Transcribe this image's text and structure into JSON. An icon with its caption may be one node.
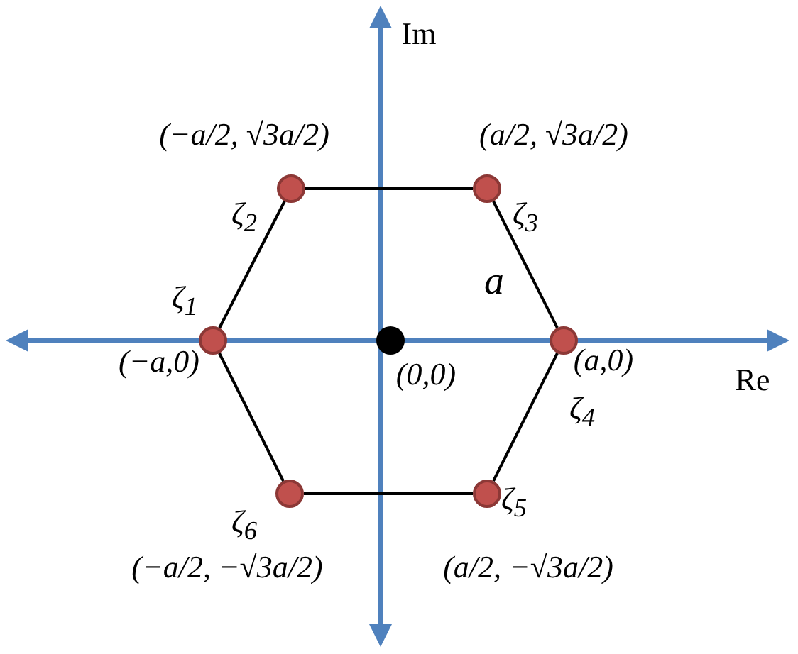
{
  "diagram": {
    "nodes": [
      {
        "text": [],
        "shape": "circle",
        "beside": [
          "ζ$_{2}$",
          "(−a/2, √3a/2)"
        ]
      },
      {
        "text": [],
        "shape": "circle",
        "beside": [
          "ζ$_{3}$",
          "(a/2, √3a/2)"
        ]
      },
      {
        "text": [],
        "shape": "circle",
        "beside": [
          "ζ$_{1}$",
          "(−a,0)"
        ]
      },
      {
        "text": [],
        "shape": "circle",
        "beside": [
          "(0,0)"
        ]
      },
      {
        "text": [],
        "shape": "circle",
        "beside": [
          "(a,0)",
          "ζ$_{4}$"
        ]
      },
      {
        "text": [],
        "shape": "circle",
        "beside": [
          "ζ$_{6}$",
          "(−a/2, −√3a/2)"
        ]
      },
      {
        "text": [],
        "shape": "circle",
        "beside": [
          "ζ$_{5}$",
          "(a/2, −√3a/2)"
        ]
      }
    ],
    "edges": [
      {
        "from": 0,
        "to": 1,
        "arrow": "none"
      },
      {
        "from": 1,
        "to": 4,
        "arrow": "none",
        "label": "a"
      },
      {
        "from": 4,
        "to": 6,
        "arrow": "none"
      },
      {
        "from": 6,
        "to": 5,
        "arrow": "none"
      },
      {
        "from": 5,
        "to": 2,
        "arrow": "none"
      },
      {
        "from": 2,
        "to": 0,
        "arrow": "none"
      }
    ],
    "labels": [
      "Im",
      "Re"
    ]
  }
}
